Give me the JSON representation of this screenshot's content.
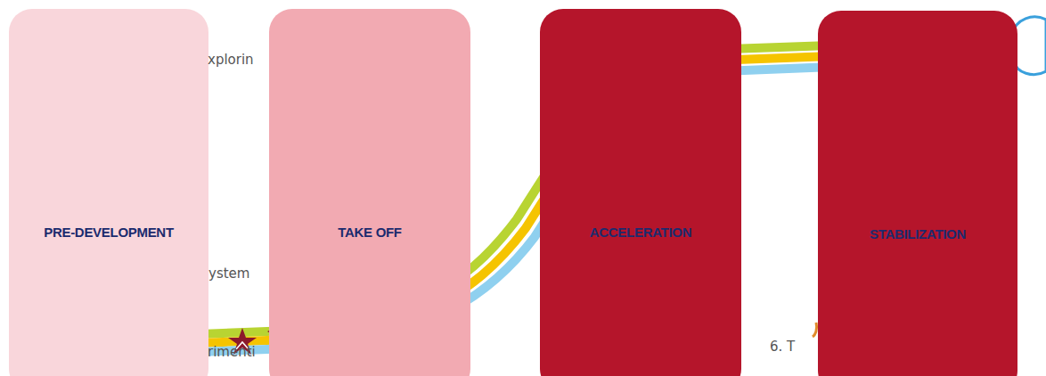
{
  "diagram": {
    "nodes": [
      {
        "text": [
          "PRE-DEVELOPMENT"
        ]
      },
      {
        "text": [
          "TAKE OFF"
        ]
      },
      {
        "text": [
          "ACCELERATION"
        ]
      },
      {
        "text": [
          "STABILIZATION"
        ]
      }
    ],
    "labels": [
      "xplorin",
      "ystem",
      "rimenti",
      "6. T"
    ]
  }
}
